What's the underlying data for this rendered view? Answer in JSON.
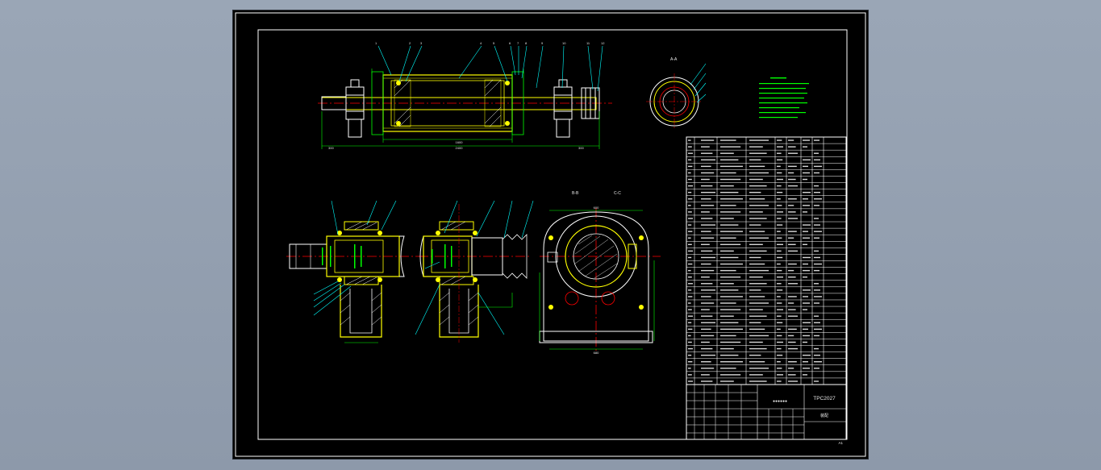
{
  "viewer": {
    "background_color": "#95a1b2",
    "sheet_color": "#000000"
  },
  "drawing": {
    "colors": {
      "frame": "#ffffff",
      "outline": "#ffff00",
      "dimension": "#00ff00",
      "leader": "#00ffff",
      "center_line": "#ff0000",
      "hatch": "#ffffff",
      "table_line": "#ffffff"
    },
    "title_block": {
      "drawing_number": "TPC2027",
      "part_name_label": "装配",
      "sheet_size": "A1"
    },
    "section_labels": {
      "view_a": "A-A",
      "view_b": "B-B"
    }
  }
}
